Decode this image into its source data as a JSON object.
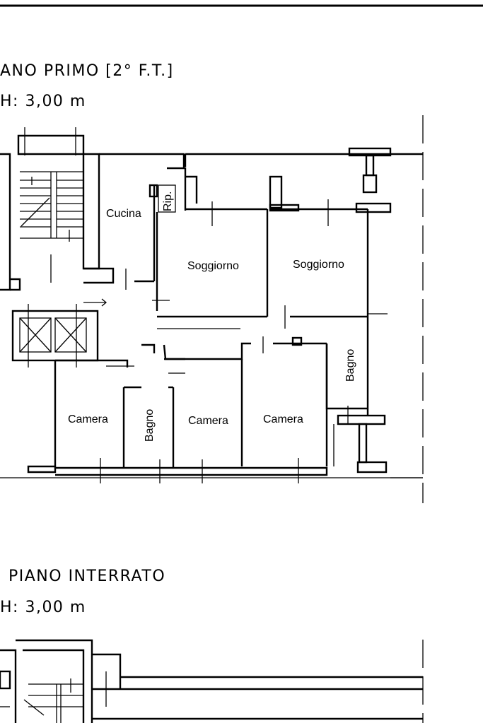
{
  "floor_primo": {
    "title": "ANO PRIMO [2° F.T.]",
    "height": "H: 3,00 m",
    "rooms": {
      "cucina": "Cucina",
      "rip": "Rip.",
      "soggiorno_left": "Soggiorno",
      "soggiorno_right": "Soggiorno",
      "bagno_right": "Bagno",
      "camera_1": "Camera",
      "bagno_center": "Bagno",
      "camera_2": "Camera",
      "camera_3": "Camera"
    }
  },
  "floor_interrato": {
    "title": "PIANO INTERRATO",
    "height": "H: 3,00 m"
  },
  "colors": {
    "ink": "#000000",
    "paper": "#ffffff"
  }
}
